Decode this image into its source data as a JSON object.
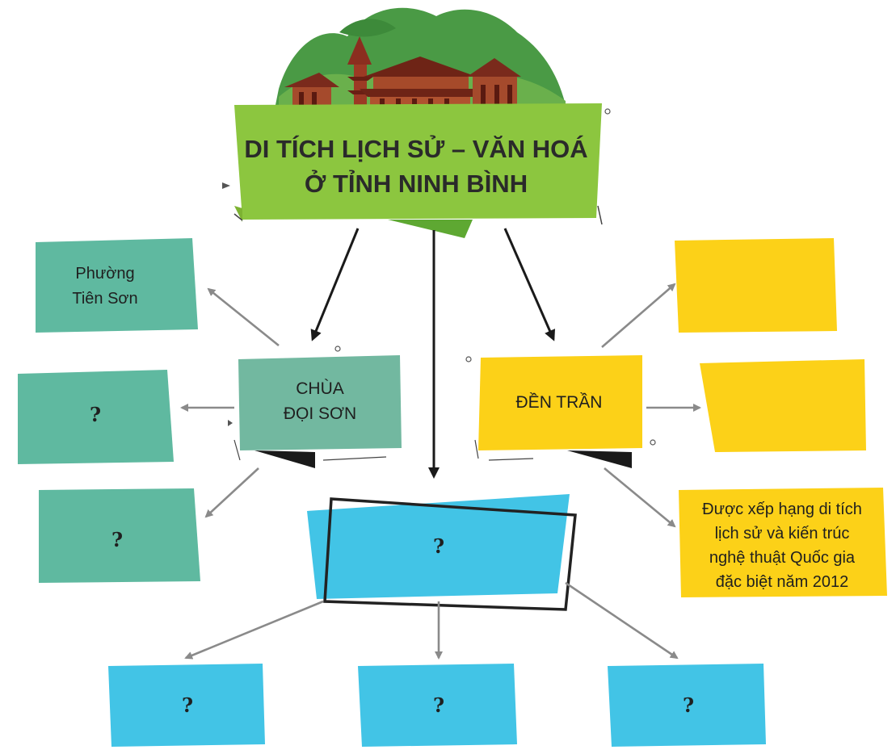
{
  "title": {
    "line1": "DI TÍCH LỊCH SỬ – VĂN HOÁ",
    "line2": "Ở TỈNH NINH BÌNH"
  },
  "left_main": {
    "line1": "CHÙA",
    "line2": "ĐỌI SƠN"
  },
  "left_boxes": {
    "top": {
      "line1": "Phường",
      "line2": "Tiên Sơn"
    },
    "middle": "?",
    "bottom": "?"
  },
  "right_main": {
    "label": "ĐỀN TRẦN"
  },
  "right_boxes": {
    "top": "",
    "middle": "",
    "note": {
      "line1": "Được xếp hạng di tích",
      "line2": "lịch sử và kiến trúc",
      "line3": "nghệ thuật Quốc gia",
      "line4": "đặc biệt năm 2012"
    }
  },
  "center_main": {
    "label": "?"
  },
  "bottom_boxes": [
    "?",
    "?",
    "?"
  ],
  "colors": {
    "title_green": "#8cc63f",
    "teal": "#5fb9a0",
    "teal_dark": "#72b8a0",
    "yellow": "#fcd118",
    "blue": "#42c4e6",
    "arrow_grey": "#8a8a8a",
    "arrow_dark": "#1a1a1a"
  },
  "icons": [
    "temple-illustration",
    "hill-illustration"
  ]
}
